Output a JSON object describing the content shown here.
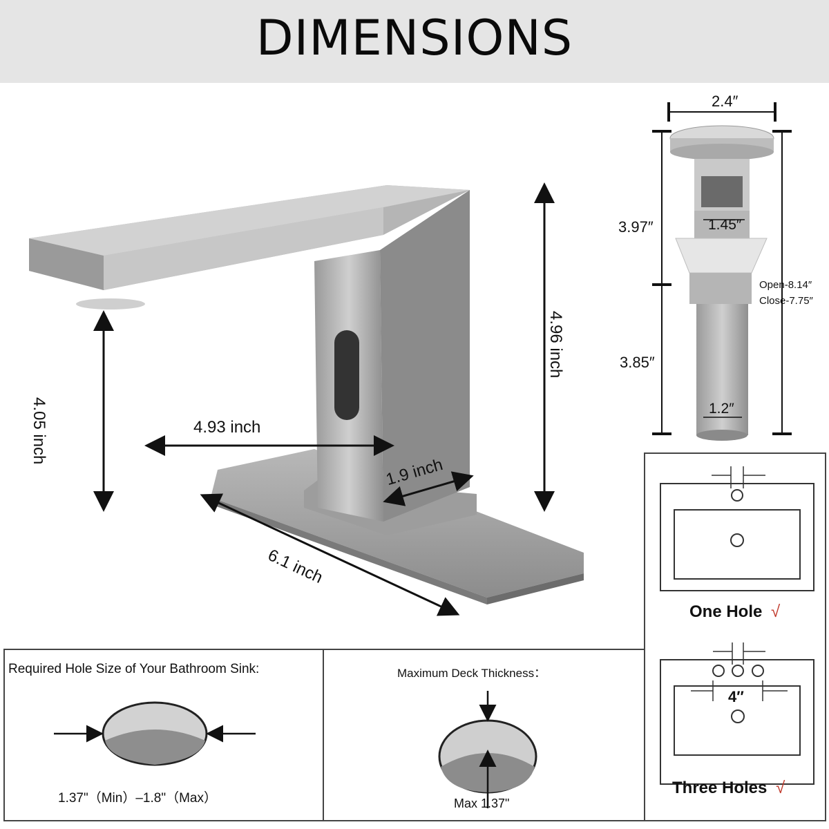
{
  "header": {
    "title": "DIMENSIONS"
  },
  "faucet": {
    "spout_height": "4.05 inch",
    "total_height": "4.96 inch",
    "spout_reach": "4.93 inch",
    "body_width": "1.9 inch",
    "plate_length": "6.1 inch"
  },
  "drain": {
    "top_width": "2.4″",
    "upper_height": "3.97″",
    "thread_diameter": "1.45″",
    "lower_height": "3.85″",
    "pipe_diameter": "1.2″",
    "total_open": "Open-8.14″",
    "total_close": "Close-7.75″"
  },
  "sink_options": {
    "one_hole_label": "One Hole",
    "three_holes_label": "Three Holes",
    "spacing": "4″",
    "check_mark": "√",
    "check_color": "#c0392b"
  },
  "requirements": {
    "hole_size_title": "Required Hole Size of Your Bathroom Sink:",
    "hole_size_value": "1.37\"（Min）–1.8\"（Max）",
    "deck_title": "Maximum Deck Thickness：",
    "deck_value": "Max 1.37\""
  }
}
